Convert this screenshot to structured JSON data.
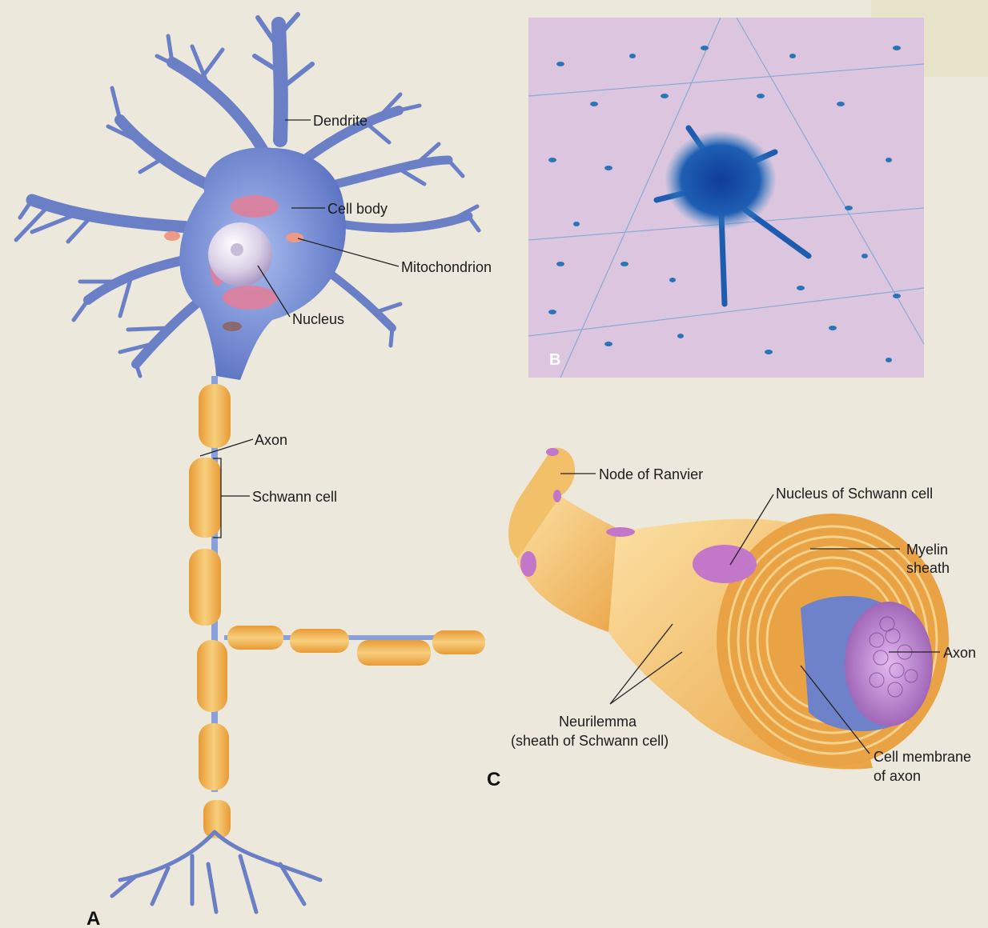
{
  "panels": {
    "a": "A",
    "b": "B",
    "c": "C"
  },
  "labels_a": {
    "dendrite": "Dendrite",
    "cell_body": "Cell body",
    "mitochondrion": "Mitochondrion",
    "nucleus": "Nucleus",
    "axon": "Axon",
    "schwann_cell": "Schwann cell"
  },
  "labels_c": {
    "node_of_ranvier": "Node of Ranvier",
    "nucleus_schwann": "Nucleus of Schwann cell",
    "myelin_1": "Myelin",
    "myelin_2": "sheath",
    "axon": "Axon",
    "neurilemma_1": "Neurilemma",
    "neurilemma_2": "(sheath of Schwann cell)",
    "cell_membrane_1": "Cell membrane",
    "cell_membrane_2": "of axon"
  },
  "colors": {
    "page": "#ece9dc",
    "neuron_blue": "#6f86cc",
    "myelin_orange": "#f0b24f",
    "stain_pink": "#dcc6df",
    "stain_blue": "#2a74b8",
    "schwann_nucleus": "#c277c9"
  }
}
